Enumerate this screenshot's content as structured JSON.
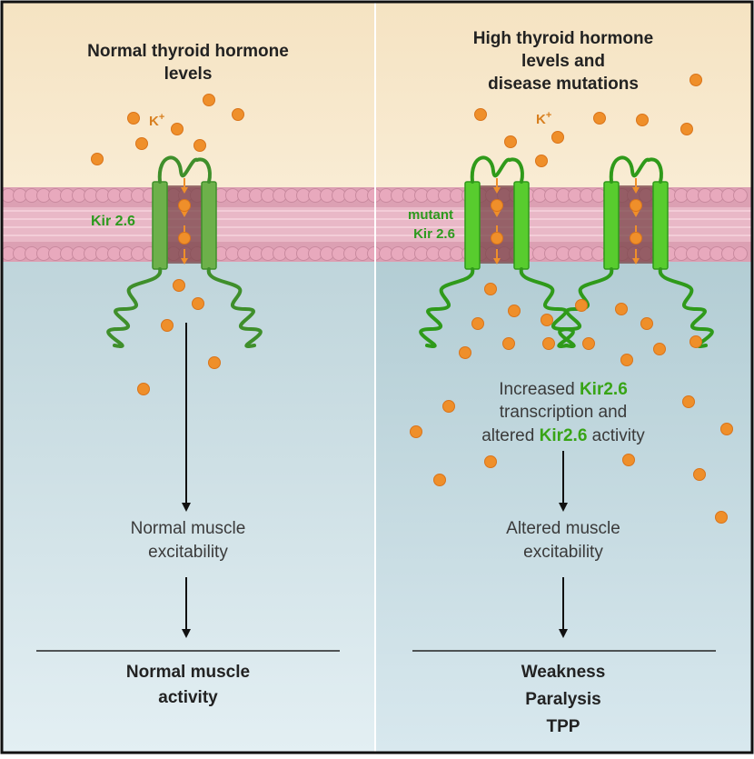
{
  "left_panel": {
    "title_line1": "Normal thyroid hormone",
    "title_line2": "levels",
    "ion_label": "K",
    "ion_charge": "+",
    "channel_label": "Kir 2.6",
    "step1_line1": "Normal muscle",
    "step1_line2": "excitability",
    "outcome_line1": "Normal muscle",
    "outcome_line2": "activity"
  },
  "right_panel": {
    "title_line1": "High thyroid hormone",
    "title_line2": "levels and",
    "title_line3": "disease mutations",
    "ion_label": "K",
    "ion_charge": "+",
    "channel_label_line1": "mutant",
    "channel_label_line2": "Kir 2.6",
    "mechanism_line1_prefix": "Increased ",
    "mechanism_line1_highlight": "Kir2.6",
    "mechanism_line2": "transcription and",
    "mechanism_line3_prefix": "altered ",
    "mechanism_line3_highlight": "Kir2.6",
    "mechanism_line3_suffix": " activity",
    "step1_line1": "Altered muscle",
    "step1_line2": "excitability",
    "outcome_line1": "Weakness",
    "outcome_line2": "Paralysis",
    "outcome_line3": "TPP"
  },
  "colors": {
    "extracellular": "#f6e6c6",
    "membrane": "#e8a9bd",
    "intracellular_top": "#bdd4da",
    "intracellular_bottom": "#e2eef2",
    "channel_normal": "#6db04a",
    "channel_mutant": "#58cc2e",
    "ion": "#ef8f2a",
    "text_dark": "#222222",
    "text_body": "#3a3a3a",
    "highlight_green": "#38a416"
  }
}
